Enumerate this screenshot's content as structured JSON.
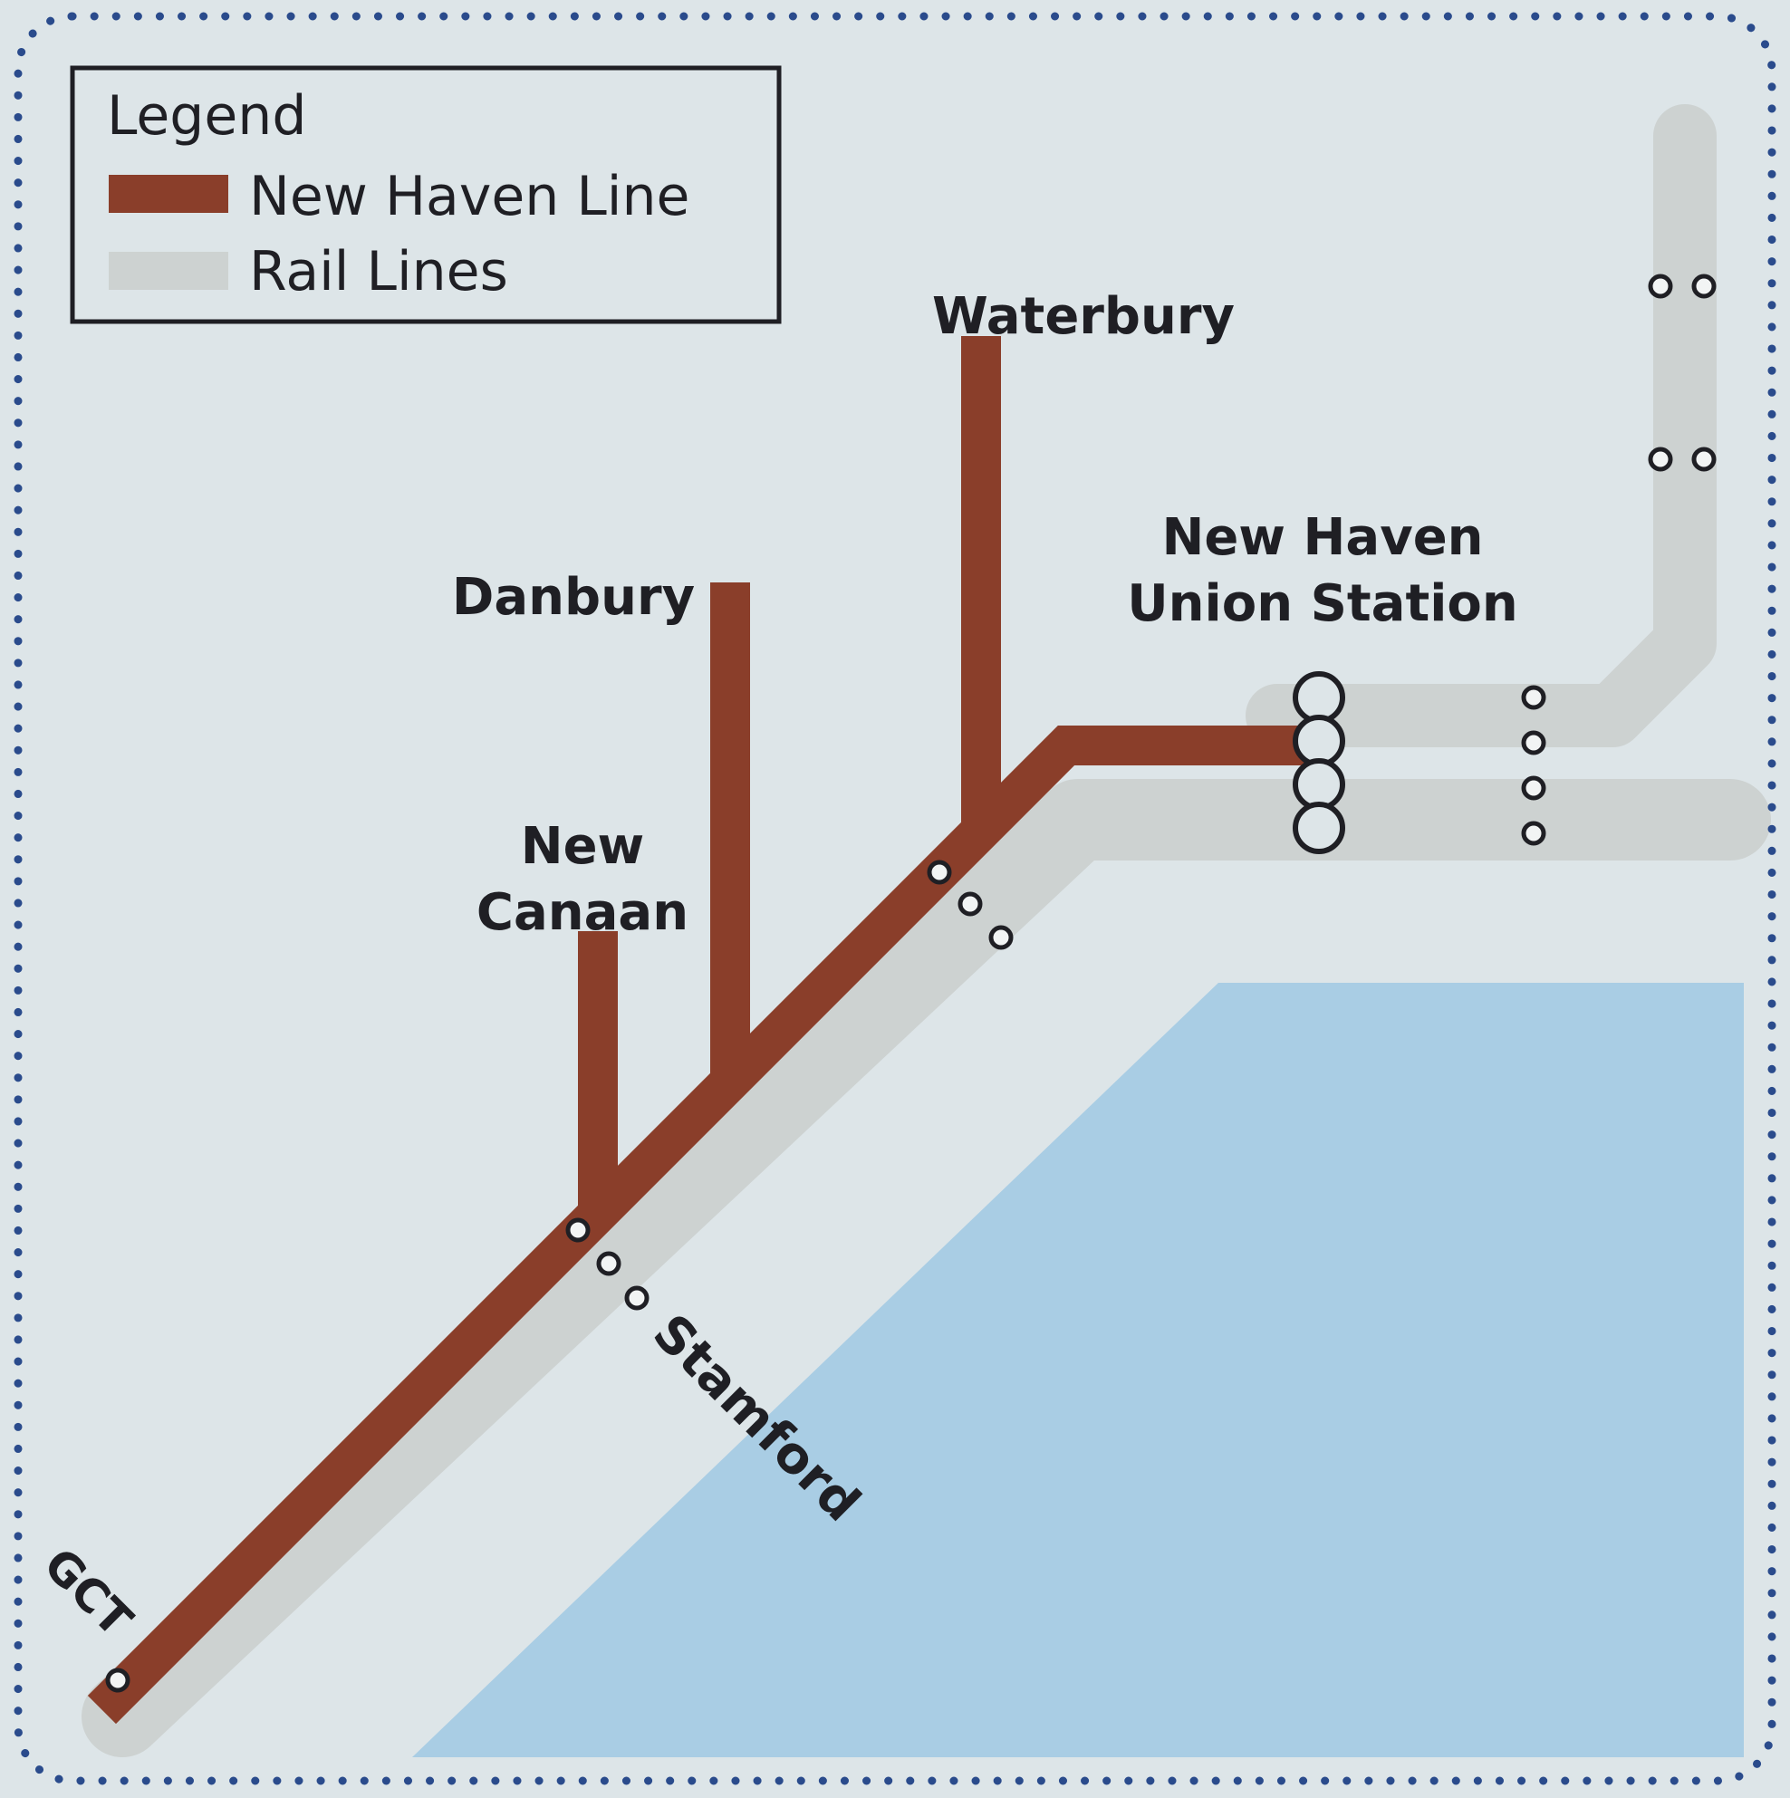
{
  "colors": {
    "page_background": "#dfe6ea",
    "land": "#dde5e8",
    "water": "#a9cde4",
    "new_haven_line": "#8a3e2a",
    "rail_lines": "#cdd2d1",
    "border_dots": "#2a4b8c",
    "text": "#1f1f24"
  },
  "legend": {
    "title": "Legend",
    "items": [
      {
        "label": "New Haven Line",
        "color": "#8a3e2a"
      },
      {
        "label": "Rail Lines",
        "color": "#cdd2d1"
      }
    ]
  },
  "stations": {
    "waterbury": "Waterbury",
    "danbury": "Danbury",
    "new_canaan_1": "New",
    "new_canaan_2": "Canaan",
    "new_haven_1": "New Haven",
    "new_haven_2": "Union Station",
    "stamford": "Stamford",
    "gct": "GCT"
  }
}
